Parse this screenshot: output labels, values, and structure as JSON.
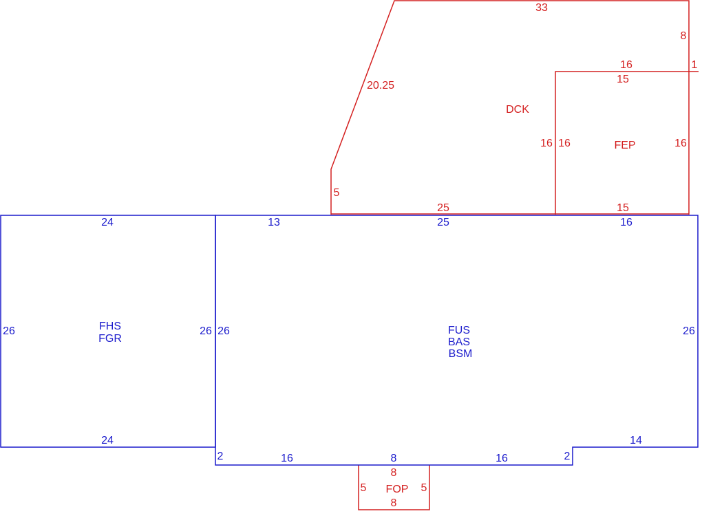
{
  "colors": {
    "blue": "#1a1acc",
    "red": "#d42020",
    "background": "#ffffff"
  },
  "areas": {
    "garage": {
      "codes": [
        "FHS",
        "FGR"
      ],
      "dims": {
        "top": "24",
        "bottom": "24",
        "left": "26",
        "right": "26"
      }
    },
    "main_house": {
      "codes": [
        "FUS",
        "BAS",
        "BSM"
      ],
      "dims": {
        "top_left": "13",
        "top_mid": "25",
        "top_right": "16",
        "left": "26",
        "right": "26",
        "bottom_right": "14",
        "notch_right": "2",
        "bottom_right_seg": "16",
        "bottom_mid": "8",
        "bottom_left_seg": "16",
        "notch_left": "2"
      }
    },
    "deck": {
      "code": "DCK",
      "dims": {
        "top": "33",
        "right_top": "8",
        "diagonal": "20.25",
        "left": "5",
        "bottom": "25",
        "inner_left": "16"
      }
    },
    "enclosed_porch": {
      "code": "FEP",
      "dims": {
        "top_outer": "16",
        "top_inner": "15",
        "stub": "1",
        "left": "16",
        "right": "16",
        "bottom": "15"
      }
    },
    "open_porch": {
      "code": "FOP",
      "dims": {
        "top": "8",
        "bottom": "8",
        "left": "5",
        "right": "5"
      }
    }
  }
}
